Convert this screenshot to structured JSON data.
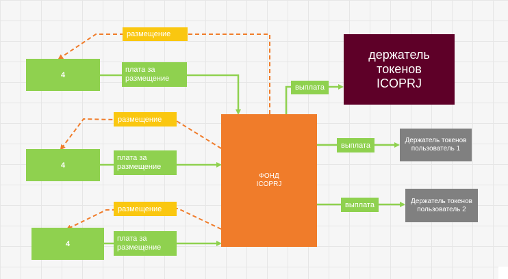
{
  "colors": {
    "green": "#8fd14f",
    "orange": "#f07c2a",
    "yellow": "#fac710",
    "maroon": "#5e0028",
    "gray": "#808080"
  },
  "nodes": {
    "source1": "4",
    "source2": "4",
    "source3": "4",
    "fund": "ФОНД\nICOPRJ",
    "icoprj_holder": "держатель\nтокенов\nICOPRJ",
    "holder1": "Держатель токенов\nпользователь 1",
    "holder2": "Держатель токенов\nпользователь 2"
  },
  "labels": {
    "placement1": "размещение",
    "placement2": "размещение",
    "placement3": "размещение",
    "fee1": "плата за\nразмещение",
    "fee2": "плата за\nразмещение",
    "fee3": "плата за\nразмещение",
    "payout_top": "выплата",
    "payout1": "выплата",
    "payout2": "выплата"
  }
}
